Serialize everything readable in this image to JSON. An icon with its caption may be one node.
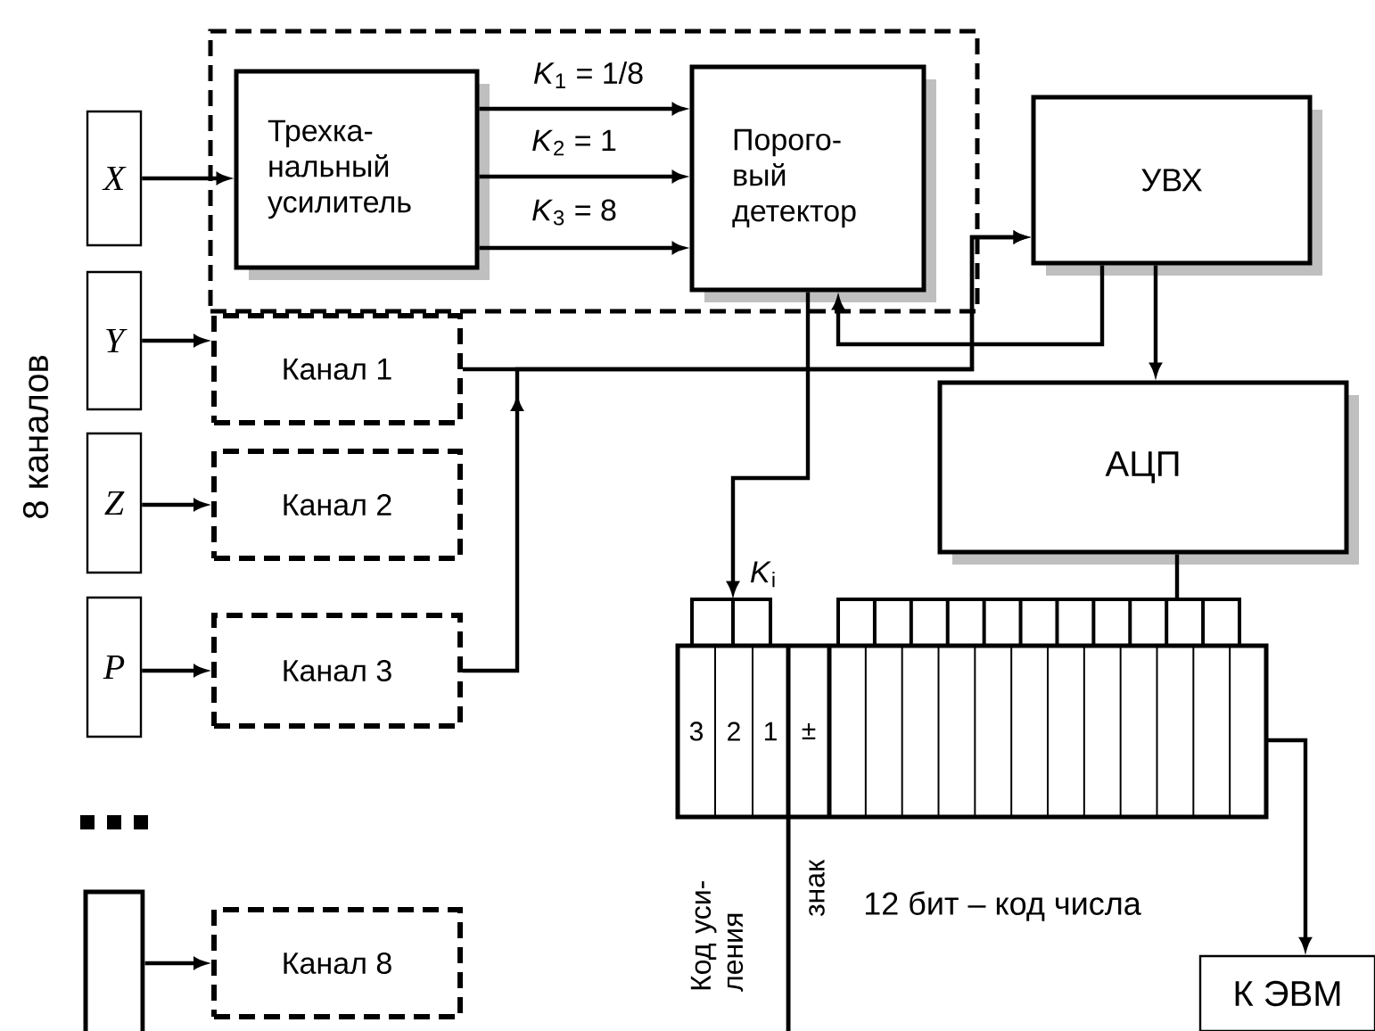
{
  "diagram": {
    "nodes": [
      {
        "text": [],
        "shape": "box"
      },
      {
        "text": [
          "X"
        ]
      },
      {
        "text": [
          "Трехка- нальный усилитель"
        ],
        "in": 0
      },
      {
        "text": [
          "Порого- вый детектор"
        ],
        "in": 0
      },
      {
        "text": [
          "Y"
        ]
      },
      {
        "text": [
          "Канал 1"
        ]
      },
      {
        "text": [
          "Z"
        ]
      },
      {
        "text": [
          "Канал 2"
        ]
      },
      {
        "text": [
          "P"
        ]
      },
      {
        "text": [
          "Канал 3"
        ]
      },
      {
        "text": [],
        "shape": "box"
      },
      {
        "text": [
          "Канал 8"
        ]
      },
      {
        "text": [
          "УВХ"
        ]
      },
      {
        "text": [
          "АЦП"
        ]
      },
      {
        "text": [
          "3",
          "2",
          "1",
          "±"
        ]
      },
      {
        "text": [
          "К ЭВМ"
        ]
      }
    ],
    "edges": [
      {
        "from": 1,
        "to": 2,
        "arrow": "to"
      },
      {
        "from": 2,
        "to": 3,
        "arrow": "to",
        "label": "*K*$_{1}$ = 1/8"
      },
      {
        "from": 2,
        "to": 3,
        "arrow": "to",
        "label": "*K*$_{2}$ = 1"
      },
      {
        "from": 2,
        "to": 3,
        "arrow": "to",
        "label": "*K*$_{3}$ = 8"
      },
      {
        "from": 4,
        "to": 5,
        "arrow": "to"
      },
      {
        "from": 6,
        "to": 7,
        "arrow": "to"
      },
      {
        "from": 8,
        "to": 9,
        "arrow": "to"
      },
      {
        "from": 10,
        "to": 11,
        "arrow": "to"
      },
      {
        "from": 5,
        "to": 12,
        "arrow": "to"
      },
      {
        "from": 9,
        "to": 12,
        "arrow": "to"
      },
      {
        "from": 12,
        "to": 3,
        "arrow": "to"
      },
      {
        "from": 12,
        "to": 13,
        "arrow": "to"
      },
      {
        "from": 3,
        "to": 14,
        "arrow": "to",
        "label": "*K*$_{i}$"
      },
      {
        "from": 13,
        "to": 14,
        "arrow": "none"
      },
      {
        "from": 14,
        "to": 15,
        "arrow": "to"
      }
    ],
    "labels": [
      "8 каналов",
      "Код уси- ления",
      "знак",
      "12 бит – код числа"
    ]
  }
}
